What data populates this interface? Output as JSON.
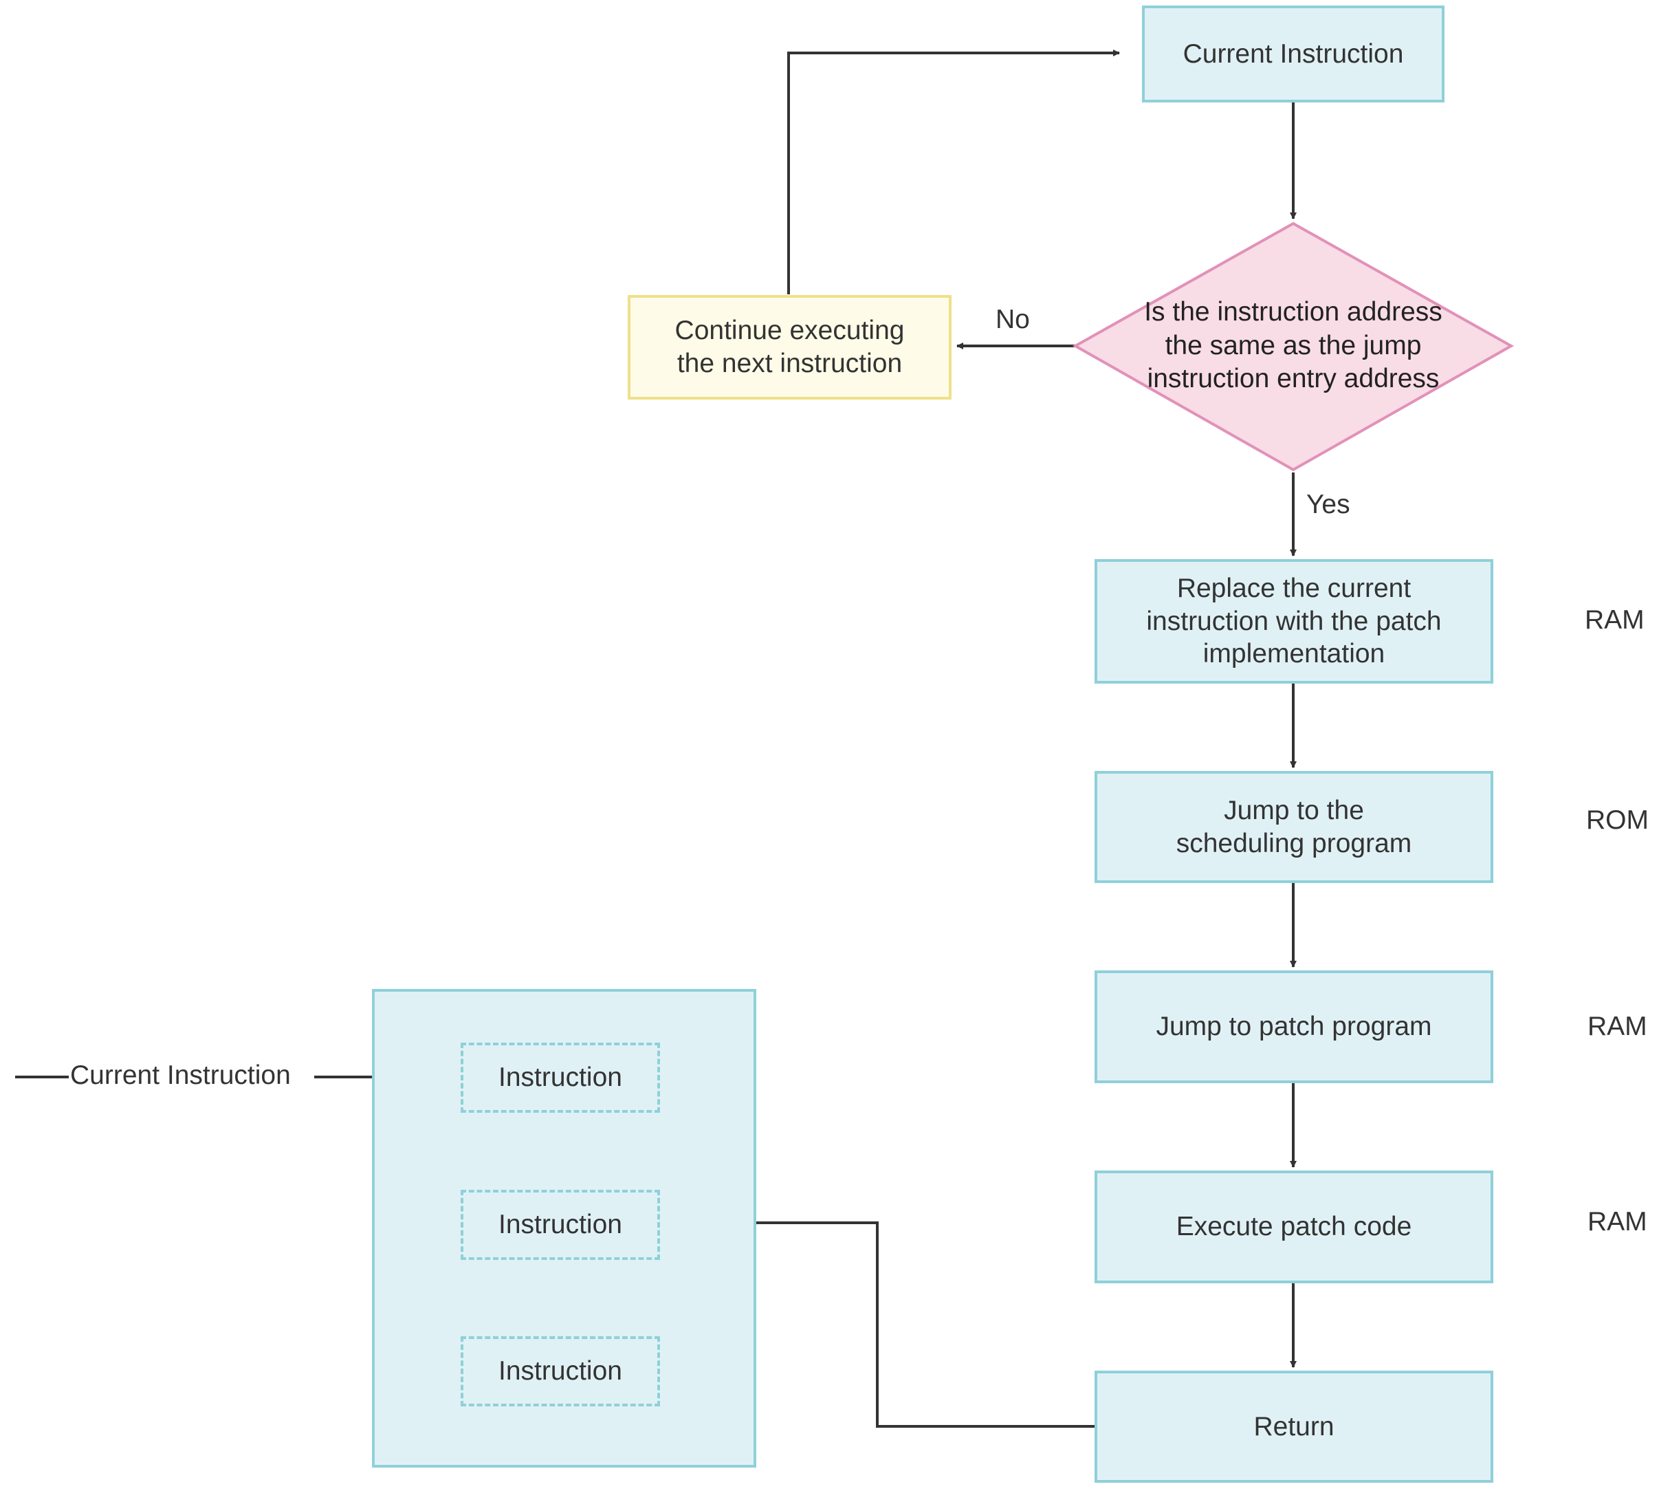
{
  "nodes": {
    "current_instruction": "Current Instruction",
    "decision": "Is the instruction address the same as the jump instruction entry address",
    "continue": "Continue executing the next instruction",
    "replace": "Replace the current instruction with the patch implementation",
    "jump_scheduling": "Jump to the scheduling program",
    "jump_patch": "Jump to patch program",
    "execute_patch": "Execute patch code",
    "return": "Return"
  },
  "edge_labels": {
    "no": "No",
    "yes": "Yes"
  },
  "memory_labels": {
    "replace": "RAM",
    "jump_scheduling": "ROM",
    "jump_patch": "RAM",
    "execute_patch": "RAM"
  },
  "instruction_block": {
    "entry_label": "Current Instruction",
    "items": [
      "Instruction",
      "Instruction",
      "Instruction"
    ]
  },
  "colors": {
    "process_fill": "#e0f1f6",
    "process_border": "#8fd0d9",
    "decision_fill": "#f8dce6",
    "decision_border": "#e291b8",
    "continue_fill": "#fefce8",
    "continue_border": "#efe08a",
    "connector": "#333333"
  }
}
